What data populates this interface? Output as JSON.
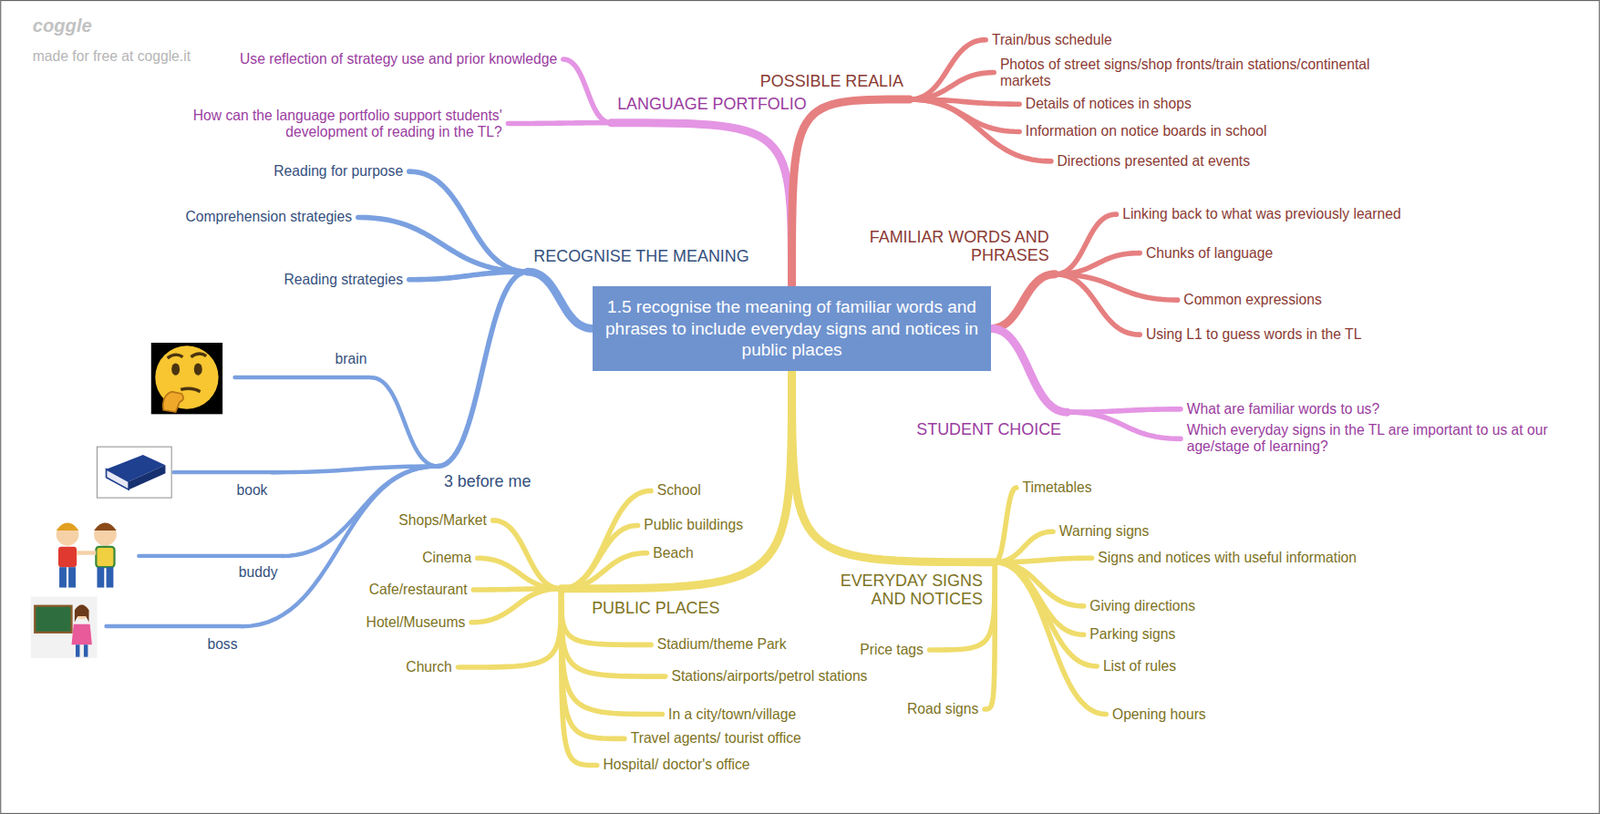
{
  "diagram": {
    "nodes": [
      {
        "text": [
          "1.5 recognise the meaning of familiar words and phrases to include everyday signs and notices in public places"
        ]
      },
      {
        "text": [
          "LANGUAGE PORTFOLIO"
        ]
      },
      {
        "text": [
          "Use reflection of strategy use and prior knowledge"
        ]
      },
      {
        "text": [
          "How can the language portfolio support students' development of reading in the TL?"
        ]
      },
      {
        "text": [
          "POSSIBLE REALIA"
        ]
      },
      {
        "text": [
          "Train/bus schedule"
        ]
      },
      {
        "text": [
          "Photos of street signs/shop fronts/train stations/continental markets"
        ]
      },
      {
        "text": [
          "Details of notices in shops"
        ]
      },
      {
        "text": [
          "Information on notice boards in school"
        ]
      },
      {
        "text": [
          "Directions presented at events"
        ]
      },
      {
        "text": [
          "FAMILIAR WORDS AND PHRASES"
        ]
      },
      {
        "text": [
          "Linking back to what was previously learned"
        ]
      },
      {
        "text": [
          "Chunks of language"
        ]
      },
      {
        "text": [
          "Common expressions"
        ]
      },
      {
        "text": [
          "Using L1 to guess words in the TL"
        ]
      },
      {
        "text": [
          "STUDENT CHOICE"
        ]
      },
      {
        "text": [
          "What are familiar words to us?"
        ]
      },
      {
        "text": [
          "Which everyday signs in the TL are important to us at our age/stage of learning?"
        ]
      },
      {
        "text": [
          "RECOGNISE THE MEANING"
        ]
      },
      {
        "text": [
          "Reading for purpose"
        ]
      },
      {
        "text": [
          "Comprehension strategies"
        ]
      },
      {
        "text": [
          "Reading strategies"
        ]
      },
      {
        "text": [
          "3 before me"
        ]
      },
      {
        "text": [
          "brain"
        ]
      },
      {
        "text": [
          "book"
        ]
      },
      {
        "text": [
          "buddy"
        ]
      },
      {
        "text": [
          "boss"
        ]
      },
      {
        "text": [
          "PUBLIC PLACES"
        ]
      },
      {
        "text": [
          "School"
        ]
      },
      {
        "text": [
          "Public buildings"
        ]
      },
      {
        "text": [
          "Beach"
        ]
      },
      {
        "text": [
          "Shops/Market"
        ]
      },
      {
        "text": [
          "Cinema"
        ]
      },
      {
        "text": [
          "Cafe/restaurant"
        ]
      },
      {
        "text": [
          "Hotel/Museums"
        ]
      },
      {
        "text": [
          "Church"
        ]
      },
      {
        "text": [
          "Stadium/theme Park"
        ]
      },
      {
        "text": [
          "Stations/airports/petrol stations"
        ]
      },
      {
        "text": [
          "In a city/town/village"
        ]
      },
      {
        "text": [
          "Travel agents/ tourist office"
        ]
      },
      {
        "text": [
          "Hospital/ doctor's office"
        ]
      },
      {
        "text": [
          "EVERYDAY SIGNS AND NOTICES"
        ]
      },
      {
        "text": [
          "Timetables"
        ]
      },
      {
        "text": [
          "Warning signs"
        ]
      },
      {
        "text": [
          "Signs and notices with useful information"
        ]
      },
      {
        "text": [
          "Giving directions"
        ]
      },
      {
        "text": [
          "Parking signs"
        ]
      },
      {
        "text": [
          "List of rules"
        ]
      },
      {
        "text": [
          "Opening hours"
        ]
      },
      {
        "text": [
          "Price tags"
        ]
      },
      {
        "text": [
          "Road signs"
        ]
      }
    ],
    "edges": [
      {
        "from": 0,
        "to": 1,
        "arrow": "none"
      },
      {
        "from": 1,
        "to": 2,
        "arrow": "none"
      },
      {
        "from": 1,
        "to": 3,
        "arrow": "none"
      },
      {
        "from": 0,
        "to": 4,
        "arrow": "none"
      },
      {
        "from": 4,
        "to": 5,
        "arrow": "none"
      },
      {
        "from": 4,
        "to": 6,
        "arrow": "none"
      },
      {
        "from": 4,
        "to": 7,
        "arrow": "none"
      },
      {
        "from": 4,
        "to": 8,
        "arrow": "none"
      },
      {
        "from": 4,
        "to": 9,
        "arrow": "none"
      },
      {
        "from": 0,
        "to": 10,
        "arrow": "none"
      },
      {
        "from": 10,
        "to": 11,
        "arrow": "none"
      },
      {
        "from": 10,
        "to": 12,
        "arrow": "none"
      },
      {
        "from": 10,
        "to": 13,
        "arrow": "none"
      },
      {
        "from": 10,
        "to": 14,
        "arrow": "none"
      },
      {
        "from": 0,
        "to": 15,
        "arrow": "none"
      },
      {
        "from": 15,
        "to": 16,
        "arrow": "none"
      },
      {
        "from": 15,
        "to": 17,
        "arrow": "none"
      },
      {
        "from": 0,
        "to": 18,
        "arrow": "none"
      },
      {
        "from": 18,
        "to": 19,
        "arrow": "none"
      },
      {
        "from": 18,
        "to": 20,
        "arrow": "none"
      },
      {
        "from": 18,
        "to": 21,
        "arrow": "none"
      },
      {
        "from": 18,
        "to": 22,
        "arrow": "none"
      },
      {
        "from": 22,
        "to": 23,
        "arrow": "none"
      },
      {
        "from": 22,
        "to": 24,
        "arrow": "none"
      },
      {
        "from": 22,
        "to": 25,
        "arrow": "none"
      },
      {
        "from": 22,
        "to": 26,
        "arrow": "none"
      },
      {
        "from": 0,
        "to": 27,
        "arrow": "none"
      },
      {
        "from": 27,
        "to": 28,
        "arrow": "none"
      },
      {
        "from": 27,
        "to": 29,
        "arrow": "none"
      },
      {
        "from": 27,
        "to": 30,
        "arrow": "none"
      },
      {
        "from": 27,
        "to": 31,
        "arrow": "none"
      },
      {
        "from": 27,
        "to": 32,
        "arrow": "none"
      },
      {
        "from": 27,
        "to": 33,
        "arrow": "none"
      },
      {
        "from": 27,
        "to": 34,
        "arrow": "none"
      },
      {
        "from": 27,
        "to": 35,
        "arrow": "none"
      },
      {
        "from": 27,
        "to": 36,
        "arrow": "none"
      },
      {
        "from": 27,
        "to": 37,
        "arrow": "none"
      },
      {
        "from": 27,
        "to": 38,
        "arrow": "none"
      },
      {
        "from": 27,
        "to": 39,
        "arrow": "none"
      },
      {
        "from": 27,
        "to": 40,
        "arrow": "none"
      },
      {
        "from": 0,
        "to": 41,
        "arrow": "none"
      },
      {
        "from": 41,
        "to": 42,
        "arrow": "none"
      },
      {
        "from": 41,
        "to": 43,
        "arrow": "none"
      },
      {
        "from": 41,
        "to": 44,
        "arrow": "none"
      },
      {
        "from": 41,
        "to": 45,
        "arrow": "none"
      },
      {
        "from": 41,
        "to": 46,
        "arrow": "none"
      },
      {
        "from": 41,
        "to": 47,
        "arrow": "none"
      },
      {
        "from": 41,
        "to": 48,
        "arrow": "none"
      },
      {
        "from": 41,
        "to": 49,
        "arrow": "none"
      },
      {
        "from": 41,
        "to": 50,
        "arrow": "none"
      }
    ],
    "labels": [
      "coggle",
      "made for free at coggle.it"
    ]
  }
}
